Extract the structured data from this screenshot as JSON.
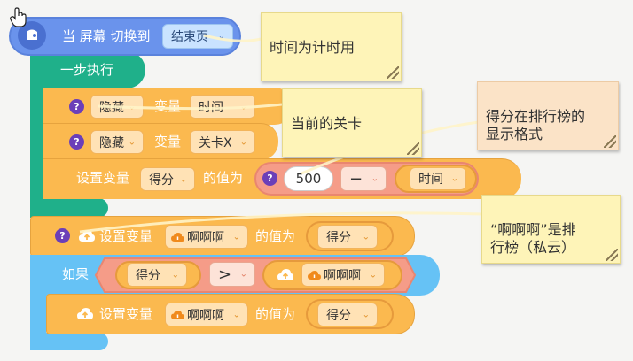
{
  "blocks": {
    "switch_page": {
      "label": "当 屏幕 切换到",
      "value": "结束页"
    },
    "step": {
      "label": "一步执行"
    },
    "hide_time": {
      "label": "隐藏",
      "var_label": "变量",
      "var": "时间"
    },
    "hide_level": {
      "label": "隐藏",
      "var_label": "变量",
      "var": "关卡X"
    },
    "set_score": {
      "label": "设置变量",
      "var": "得分",
      "value_label": "的值为",
      "expr_left": "500",
      "operator": "−",
      "expr_right": "时间"
    },
    "cloud_set_1": {
      "label": "设置变量",
      "cloud_var": "啊啊啊",
      "value_label": "的值为",
      "value": "得分"
    },
    "if_block": {
      "label": "如果",
      "left": "得分",
      "operator": ">",
      "right_cloud": "啊啊啊"
    },
    "cloud_set_2": {
      "label": "设置变量",
      "cloud_var": "啊啊啊",
      "value_label": "的值为",
      "value": "得分"
    }
  },
  "comments": [
    {
      "text": "时间为计时用"
    },
    {
      "text": "当前的关卡"
    },
    {
      "text": "得分在排行榜的\n显示格式"
    },
    {
      "text": "“啊啊啊”是排\n行榜（私云）"
    }
  ],
  "help_icon": "?",
  "colors": {
    "event_blue": "#6a93ec",
    "step_green": "#1fb08a",
    "data_orange": "#fbb94f",
    "operator_salmon": "#f59c88",
    "control_blue": "#66c2f5",
    "note_yellow": "#fef4b8",
    "note_peach": "#fbe3c7"
  }
}
